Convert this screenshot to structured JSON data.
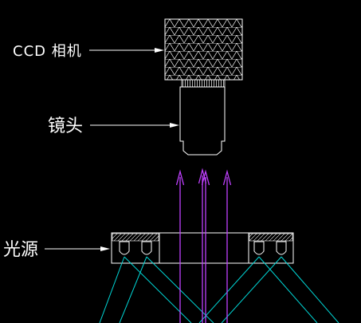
{
  "labels": {
    "camera": "CCD 相机",
    "lens": "镜头",
    "light": "光源"
  },
  "colors": {
    "background": "#000000",
    "outline": "#ffffff",
    "light_rays": "#00d6d6",
    "reflected_rays": "#c040ff"
  }
}
